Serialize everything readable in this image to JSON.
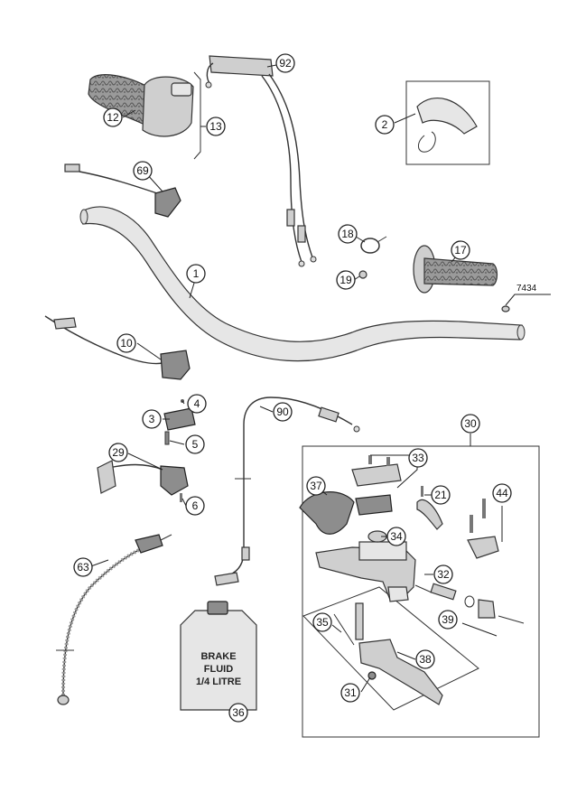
{
  "callouts": {
    "c92": "92",
    "c2": "2",
    "c12": "12",
    "c13": "13",
    "c69": "69",
    "c18": "18",
    "c17": "17",
    "c1": "1",
    "c19": "19",
    "c10": "10",
    "c4": "4",
    "c3": "3",
    "c5": "5",
    "c29": "29",
    "c6": "6",
    "c90": "90",
    "c30": "30",
    "c33": "33",
    "c37": "37",
    "c21": "21",
    "c44": "44",
    "c34": "34",
    "c32": "32",
    "c39": "39",
    "c35": "35",
    "c38": "38",
    "c31": "31",
    "c63": "63",
    "c36": "36"
  },
  "ref_label": "7434",
  "bottle": {
    "line1": "BRAKE",
    "line2": "FLUID",
    "line3": "1/4 LITRE"
  }
}
